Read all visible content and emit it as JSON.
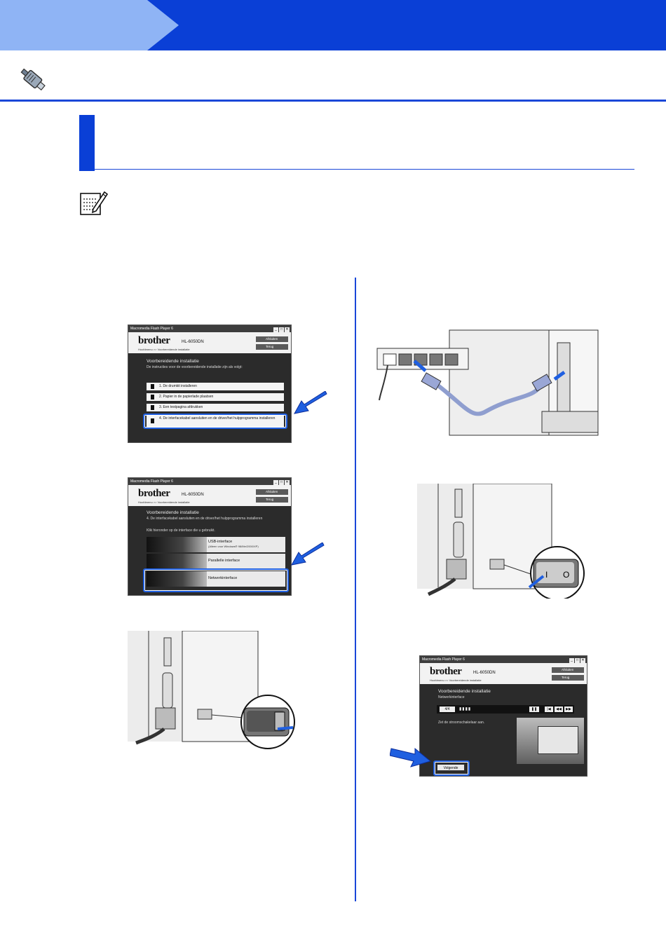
{
  "screen1": {
    "titlebar": "Macromedia Flash Player 6",
    "brand": "brother",
    "model": "HL-6050DN",
    "crumb": "Hoofdmenu >> Voorbereidende installatie",
    "btn_exit": "Afsluiten",
    "btn_back": "Terug",
    "heading": "Voorbereidende installatie",
    "subtitle": "De instructies voor de voorbereidende installatie zijn als volgt:",
    "items": [
      "1. De drumkit installeren",
      "2. Papier in de papierlade plaatsen",
      "3. Een testpagina afdrukken",
      "4. De interfacekabel aansluiten en de driver/het hulpprogramma installeren"
    ]
  },
  "screen2": {
    "titlebar": "Macromedia Flash Player 6",
    "brand": "brother",
    "model": "HL-6050DN",
    "crumb": "Hoofdmenu >> Voorbereidende installatie",
    "btn_exit": "Afsluiten",
    "btn_back": "Terug",
    "heading": "Voorbereidende installatie",
    "subtitle": "4. De interfacekabel aansluiten en de driver/het hulpprogramma installeren",
    "prompt": "Klik hieronder op de interface die u gebruikt.",
    "interfaces": [
      {
        "label": "USB-interface",
        "sub": "(Alleen voor Windows® 98/Me/2000/XP)"
      },
      {
        "label": "Parallelle interface",
        "sub": ""
      },
      {
        "label": "Netwerkinterface",
        "sub": ""
      }
    ]
  },
  "screen3": {
    "titlebar": "Macromedia Flash Player 6",
    "brand": "brother",
    "model": "HL-6050DN",
    "crumb": "Hoofdmenu >> Voorbereidende installatie",
    "btn_exit": "Afsluiten",
    "btn_back": "Terug",
    "heading": "Voorbereidende installatie",
    "subtitle": "Netwerkinterface",
    "step": "4/4",
    "instruction": "Zet de stroomschakelaar aan.",
    "next_button": "Volgende"
  },
  "colors": {
    "banner_dark": "#0a3fd6",
    "banner_light": "#8fb4f5",
    "accent": "#1f5fe0"
  },
  "icons": [
    "cable-icon",
    "note-icon"
  ]
}
